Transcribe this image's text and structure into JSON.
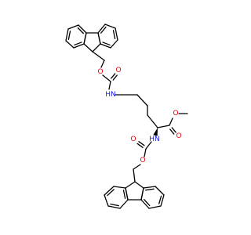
{
  "colors": {
    "background": "#ffffff",
    "bond": "#000000",
    "oxygen": "#e30000",
    "nitrogen": "#1a1ae6"
  },
  "molecule": {
    "atoms": [
      {
        "id": "o_ether_top",
        "text": "O",
        "element": "O"
      },
      {
        "id": "o_carbonyl_top",
        "text": "O",
        "element": "O"
      },
      {
        "id": "nh_top",
        "text": "HN",
        "element": "N"
      },
      {
        "id": "o_ester_single",
        "text": "O",
        "element": "O"
      },
      {
        "id": "o_ester_carbonyl",
        "text": "O",
        "element": "O"
      },
      {
        "id": "nh_bottom",
        "text": "HN",
        "element": "N"
      },
      {
        "id": "o_carbonyl_bottom",
        "text": "O",
        "element": "O"
      },
      {
        "id": "o_ether_bottom",
        "text": "O",
        "element": "O"
      }
    ]
  }
}
